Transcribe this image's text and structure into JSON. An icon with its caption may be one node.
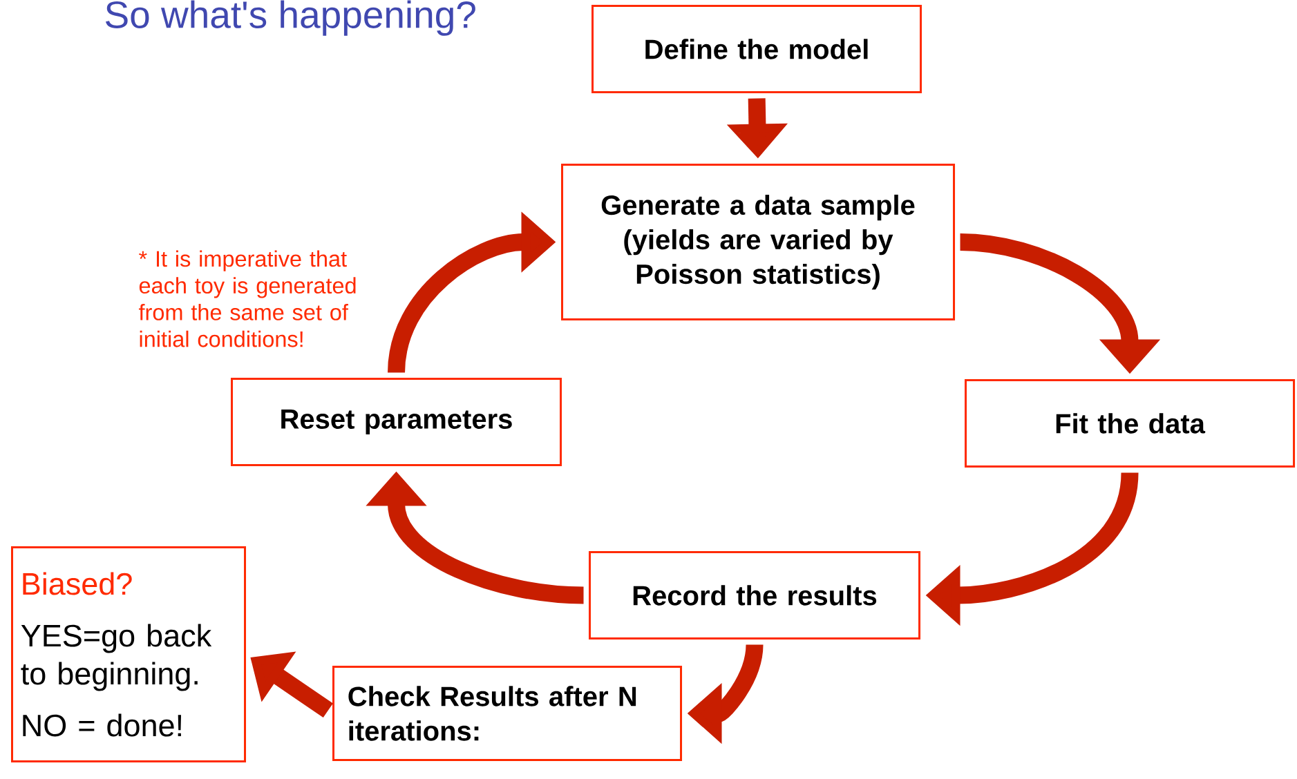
{
  "diagram": {
    "title": "So what's happening?",
    "nodes": [
      {
        "text": [
          "Define the model"
        ]
      },
      {
        "text": [
          "Generate a data sample (yields are varied by Poisson statistics)"
        ]
      },
      {
        "text": [
          "Fit the data"
        ]
      },
      {
        "text": [
          "Record the results"
        ]
      },
      {
        "text": [
          "Check Results after N iterations:"
        ]
      },
      {
        "text": [
          "Reset parameters"
        ]
      },
      {
        "text": [
          "Biased?",
          "YES=go back to beginning.",
          "NO = done!"
        ]
      }
    ],
    "edges": [
      {
        "from": 0,
        "to": 1,
        "arrow": "to"
      },
      {
        "from": 1,
        "to": 2,
        "arrow": "to"
      },
      {
        "from": 2,
        "to": 3,
        "arrow": "to"
      },
      {
        "from": 3,
        "to": 4,
        "arrow": "to"
      },
      {
        "from": 3,
        "to": 5,
        "arrow": "to"
      },
      {
        "from": 5,
        "to": 1,
        "arrow": "to"
      },
      {
        "from": 4,
        "to": 6,
        "arrow": "to"
      }
    ],
    "labels": [
      "* It is imperative that each toy is generated from the same set of initial conditions!"
    ]
  }
}
